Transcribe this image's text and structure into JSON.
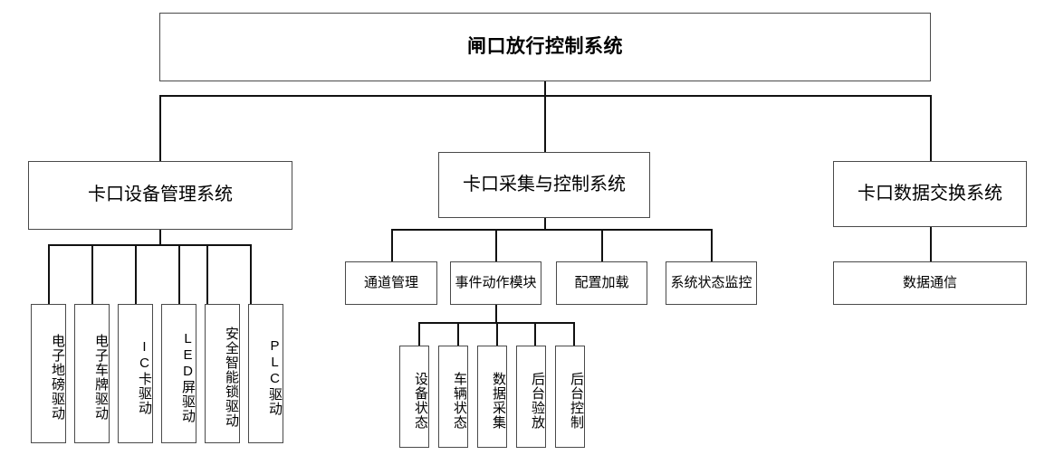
{
  "diagram": {
    "title": "闸口放行控制系统",
    "type": "hierarchy-tree",
    "orientation": "top-down",
    "colors": {
      "box_border": "#4a4a4a",
      "connector": "#111111",
      "background": "#ffffff",
      "text": "#000000"
    },
    "root": {
      "label": "闸口放行控制系统"
    },
    "branches": [
      {
        "id": "device-management",
        "label": "卡口设备管理系统",
        "children": [
          {
            "id": "driver-weighbridge",
            "label": "电子地磅驱动"
          },
          {
            "id": "driver-eplate",
            "label": "电子车牌驱动"
          },
          {
            "id": "driver-ic-card",
            "label": "IC卡驱动"
          },
          {
            "id": "driver-led-screen",
            "label": "LED屏驱动"
          },
          {
            "id": "driver-smart-lock",
            "label": "安全智能锁驱动"
          },
          {
            "id": "driver-plc",
            "label": "PLC驱动"
          }
        ]
      },
      {
        "id": "acquisition-control",
        "label": "卡口采集与控制系统",
        "children": [
          {
            "id": "channel-management",
            "label": "通道管理"
          },
          {
            "id": "event-action-module",
            "label": "事件动作模块",
            "children": [
              {
                "id": "device-status",
                "label": "设备状态"
              },
              {
                "id": "vehicle-status",
                "label": "车辆状态"
              },
              {
                "id": "data-collection",
                "label": "数据采集"
              },
              {
                "id": "backend-verify-release",
                "label": "后台验放"
              },
              {
                "id": "backend-control",
                "label": "后台控制"
              }
            ]
          },
          {
            "id": "config-load",
            "label": "配置加载"
          },
          {
            "id": "system-status-monitor",
            "label": "系统状态监控"
          }
        ]
      },
      {
        "id": "data-exchange",
        "label": "卡口数据交换系统",
        "children": [
          {
            "id": "data-communication",
            "label": "数据通信"
          }
        ]
      }
    ]
  }
}
